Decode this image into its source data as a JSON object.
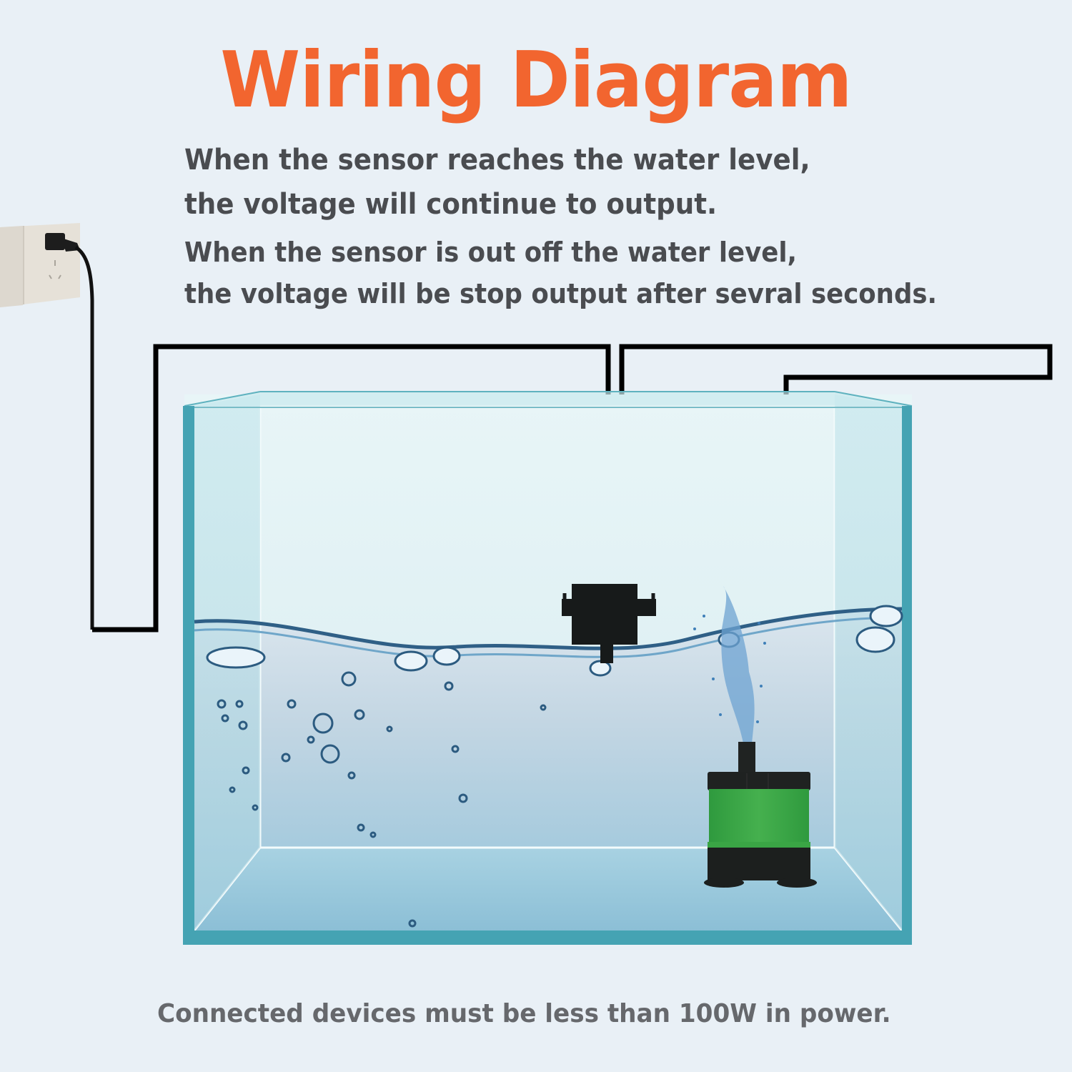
{
  "header": {
    "title": "Wiring Diagram"
  },
  "description": {
    "lines": [
      "When the sensor reaches the water level,",
      "the voltage will continue to output.",
      "When the sensor is out off the water level,",
      "the voltage will be stop output after sevral seconds."
    ]
  },
  "footer": {
    "note": "Connected devices must be less than 100W in power."
  },
  "diagram": {
    "components": [
      {
        "id": "wall-outlet",
        "label": "Wall socket with plug"
      },
      {
        "id": "level-sensor",
        "label": "Water level sensor"
      },
      {
        "id": "water-pump",
        "label": "Submersible pump"
      },
      {
        "id": "aquarium",
        "label": "Fish tank"
      }
    ],
    "colors": {
      "title": "#f2652f",
      "text": "#4a4c50",
      "footer_text": "#66686c",
      "background": "#e9f0f6",
      "wire": "#000000",
      "glass_edge": "#3fa3b2",
      "pump_green": "#3ea846",
      "pump_black": "#1c1f1e"
    }
  }
}
